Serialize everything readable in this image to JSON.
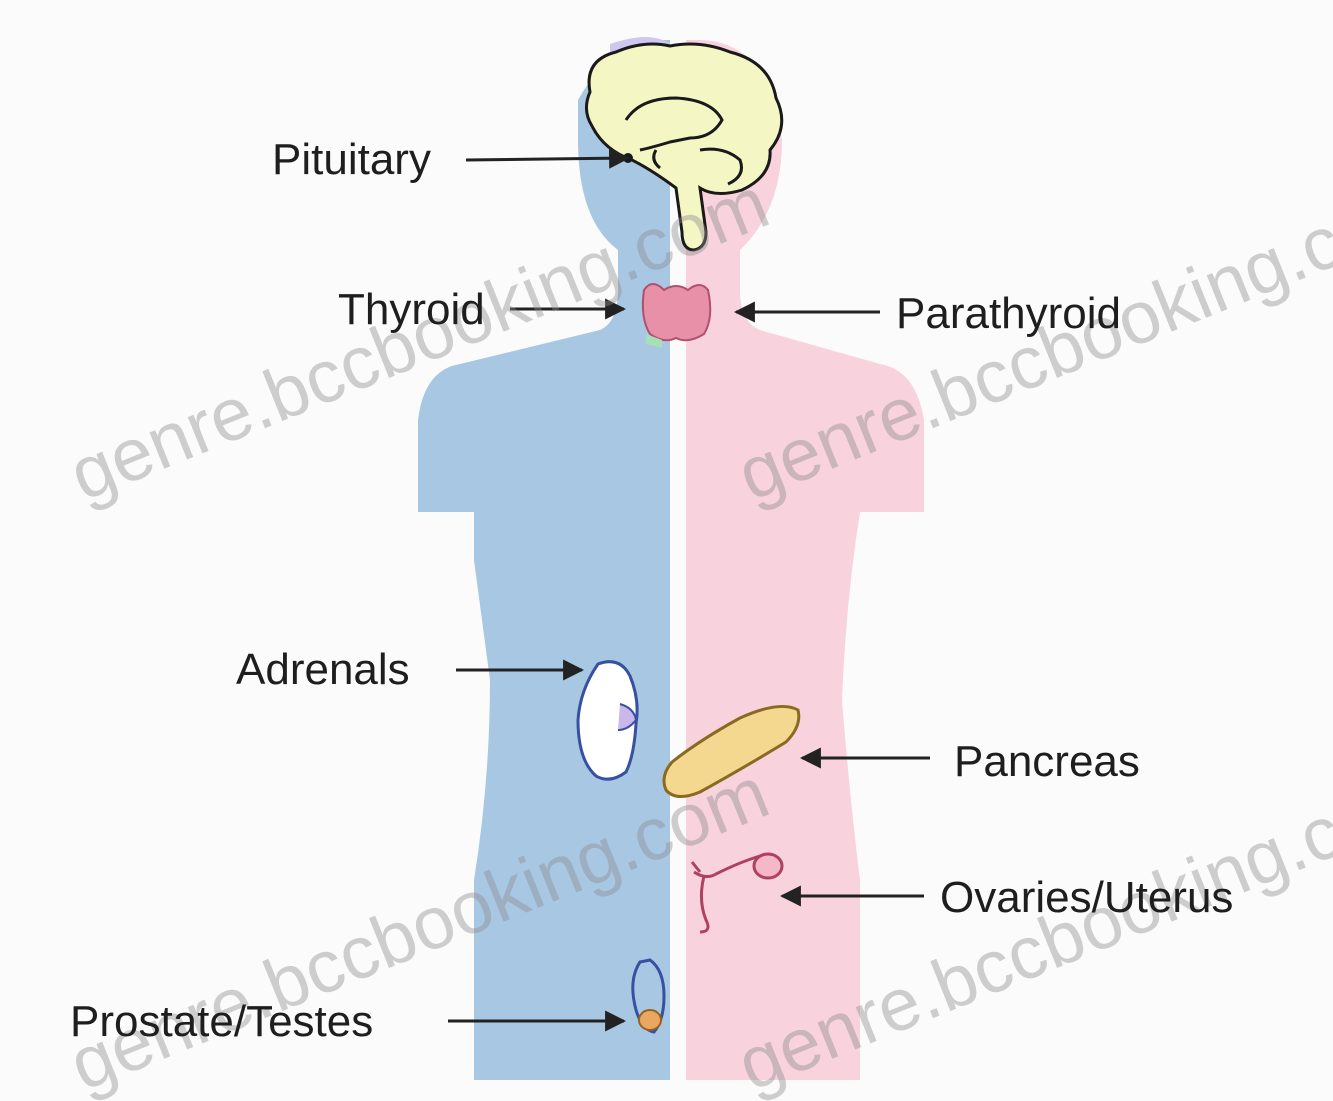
{
  "diagram": {
    "labels": {
      "pituitary": "Pituitary",
      "thyroid": "Thyroid",
      "parathyroid": "Parathyroid",
      "adrenals": "Adrenals",
      "pancreas": "Pancreas",
      "ovaries_uterus": "Ovaries/Uterus",
      "prostate_testes": "Prostate/Testes"
    },
    "watermark": "genre.bccbooking.com",
    "colors": {
      "male_half": "#a7c7e3",
      "female_half": "#f8d3de",
      "brain": "#f4f6c4",
      "thyroid": "#e890a8",
      "pancreas": "#f4d890",
      "arrow": "#222222"
    }
  }
}
